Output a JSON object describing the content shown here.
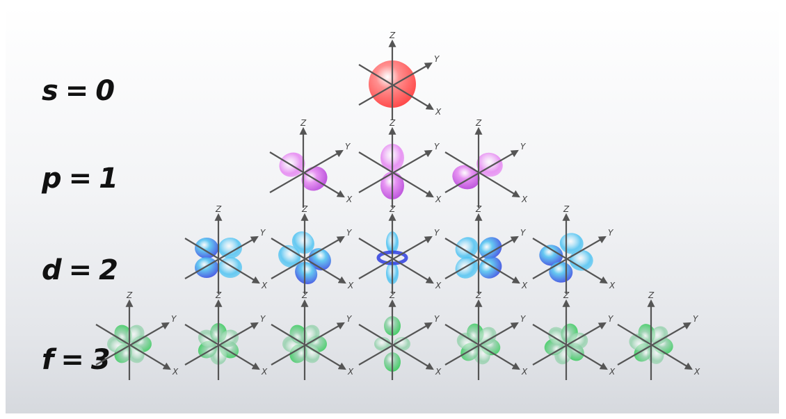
{
  "rows": [
    {
      "label": "s = 0",
      "label_text": "s = 0",
      "count": 1,
      "color": "#ff3b3b",
      "color2": "#ff8a8a",
      "orbitals": [
        "s-sphere"
      ]
    },
    {
      "label": "p = 1",
      "label_text": "p = 1",
      "count": 3,
      "color": "#b43fd8",
      "color2": "#e68bf2",
      "orbitals": [
        "p-x",
        "p-z",
        "p-y"
      ]
    },
    {
      "label": "d = 2",
      "label_text": "d = 2",
      "count": 5,
      "color": "#2f3ee0",
      "color2": "#4fc3f2",
      "orbitals": [
        "d-1",
        "d-2",
        "d-z2",
        "d-4",
        "d-5"
      ]
    },
    {
      "label": "f = 3",
      "label_text": "f = 3",
      "count": 7,
      "color": "#22c84a",
      "color2": "#8fd0a8",
      "orbitals": [
        "f-1",
        "f-2",
        "f-3",
        "f-4",
        "f-5",
        "f-6",
        "f-7"
      ]
    }
  ],
  "axes": {
    "x": "X",
    "y": "Y",
    "z": "Z"
  }
}
